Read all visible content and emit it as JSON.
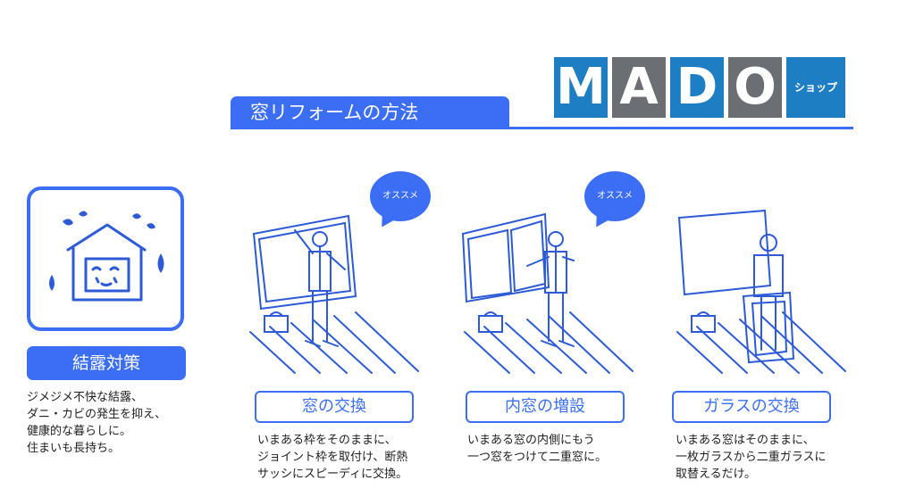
{
  "header": {
    "title": "窓リフォームの方法",
    "logo_letters": [
      "M",
      "A",
      "D",
      "O"
    ],
    "logo_suffix": "ショップ",
    "colors": {
      "accent": "#3b6ef5",
      "logo_blue": "#1e7ec3",
      "logo_gray": "#6b6f74"
    }
  },
  "condensation": {
    "label": "結露対策",
    "lines": [
      "ジメジメ不快な結露、",
      "ダニ・カビの発生を抑え、",
      "健康的な暮らしに。",
      "住まいも長持ち。"
    ]
  },
  "methods": [
    {
      "bubble": "オススメ",
      "label": "窓の交換",
      "lines": [
        "いまある枠をそのままに、",
        "ジョイント枠を取付け、断熱",
        "サッシにスピーディに交換。"
      ]
    },
    {
      "bubble": "オススメ",
      "label": "内窓の増設",
      "lines": [
        "いまある窓の内側にもう",
        "一つ窓をつけて二重窓に。"
      ]
    },
    {
      "label": "ガラスの交換",
      "lines": [
        "いまある窓はそのままに、",
        "一枚ガラスから二重ガラスに",
        "取替えるだけ。"
      ]
    }
  ]
}
